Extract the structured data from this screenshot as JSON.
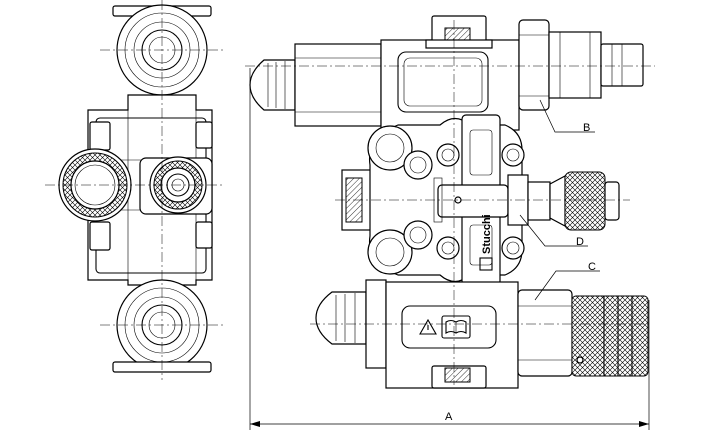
{
  "diagram": {
    "brand": "Stucchi",
    "callouts": {
      "a": "A",
      "b": "B",
      "c": "C",
      "d": "D"
    },
    "icons": [
      "warning-triangle-icon",
      "manual-book-icon"
    ]
  }
}
